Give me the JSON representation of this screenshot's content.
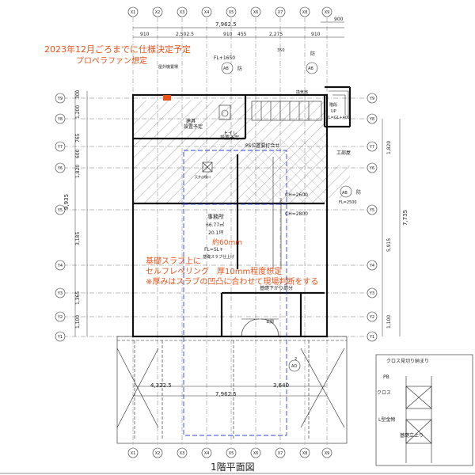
{
  "title": "1階平面図",
  "column_tags": [
    "X1",
    "X2",
    "X3",
    "X4",
    "X5",
    "X6",
    "X7",
    "X8",
    "X9"
  ],
  "row_tags": [
    "Y1",
    "Y2",
    "Y3",
    "Y4",
    "Y5",
    "Y6",
    "Y7",
    "Y8",
    "Y9"
  ],
  "top_total": "7,962.5",
  "top_dims": [
    "910",
    "2,502.5",
    "910",
    "455",
    "2,275",
    "910"
  ],
  "top_right_dim": "900",
  "bottom_dims": [
    "4,322.5",
    "3,640"
  ],
  "bottom_total": "7,962.5",
  "left_dims": [
    "300",
    "1,200",
    "765",
    "600",
    "1,820",
    "3,185",
    "1,365",
    "1,100"
  ],
  "left_total": "9,935",
  "right_dims": [
    "1,820",
    "5,915",
    "1,100"
  ],
  "right_total": "7,735",
  "labels": {
    "fl1650": "FL+1650",
    "d350": "350",
    "d1200a": "1,200",
    "ab": "AB",
    "bou": "防",
    "kaidan": "階段",
    "up": "UP",
    "fl_gl": "FL=GL+400",
    "kansen": "換気扇",
    "kogu": "工部屋",
    "ceiling2500": "FL=2500",
    "ps": "PS位置要打合せ",
    "toilet": "トイレ",
    "zaigu": "建具",
    "zaigu2": "設置予定",
    "secchi": "設置予定",
    "jimusho": "事務所",
    "area": "66.77㎡",
    "tsubo": "20.1坪",
    "ch2600": "CH=2600",
    "ch2800": "CH=2800",
    "fl_sl": "FL=SL+",
    "kiso_up": "基礎スラブ仕上げ",
    "kiso_down": "基礎下がり部分",
    "genkan": "玄関",
    "exhaust_label": "屋外機置場",
    "inspect": "天井点検口",
    "cross_title": "クロス見切り納まり",
    "pb": "PB",
    "cross": "クロス",
    "metal": "L型金物",
    "kiso_tate": "基礎立上り",
    "ad": "AD",
    "num2": "2"
  },
  "annotations": {
    "decision": "2023年12月ごろまでに仕様決定予定",
    "fan": "プロペラファン想定",
    "thickness": "約60mm",
    "line1": "基礎スラブ上に",
    "line2": "セルフレベリング　厚10mm程度想定",
    "line3": "※厚みはスラブの凹凸に合わせて現場判断をする"
  },
  "colors": {
    "annotation": "#e8521a",
    "dashed_frame": "#3344cc",
    "line": "#222222"
  }
}
